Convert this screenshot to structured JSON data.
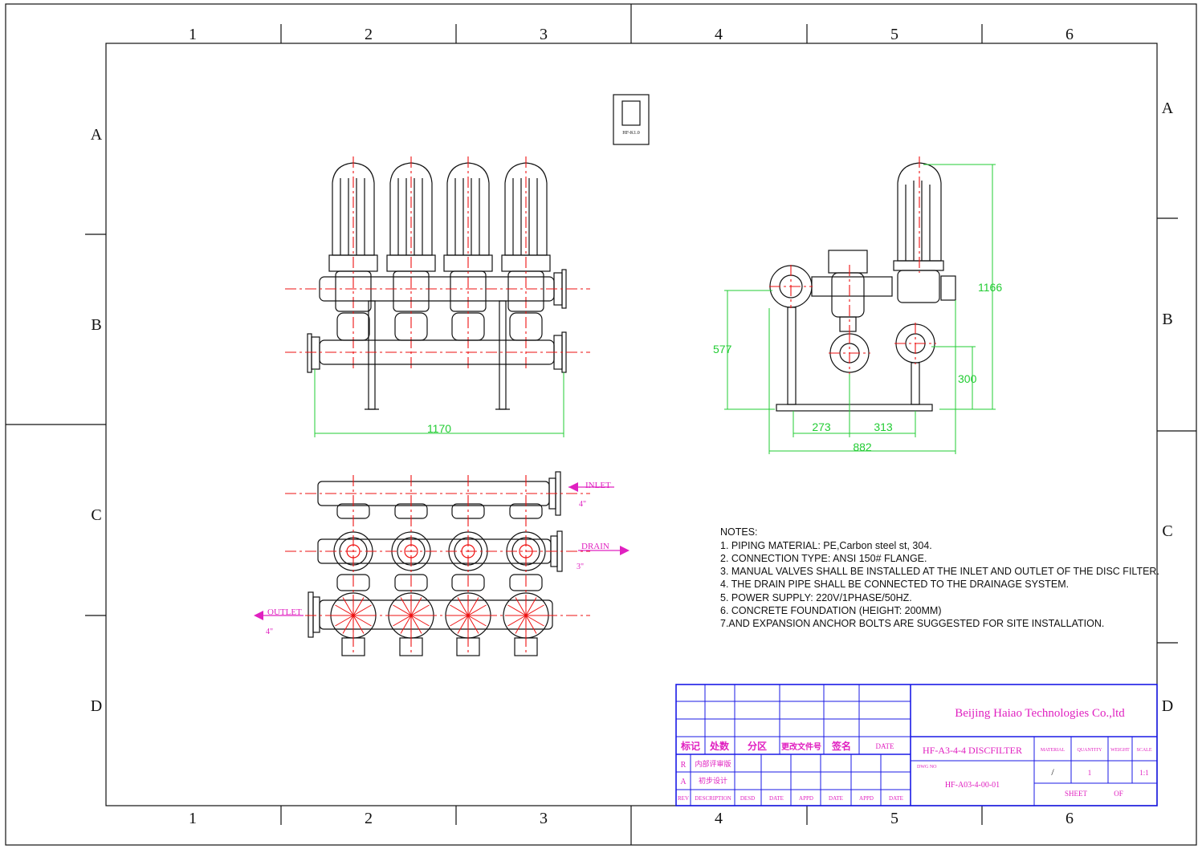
{
  "zones": {
    "top": [
      "1",
      "2",
      "3",
      "4",
      "5",
      "6"
    ],
    "bottom": [
      "1",
      "2",
      "3",
      "4",
      "5",
      "6"
    ],
    "left": [
      "A",
      "B",
      "C",
      "D"
    ],
    "right": [
      "A",
      "B",
      "C",
      "D"
    ]
  },
  "label_box": "HF-K1.0",
  "front_view": {
    "width_dim": "1170"
  },
  "side_view": {
    "height_total": "1166",
    "inlet_height": "577",
    "drain_height": "300",
    "spacing_1": "273",
    "spacing_2": "313",
    "width_total": "882"
  },
  "plan_view": {
    "inlet_label": "INLET",
    "inlet_size": "4\"",
    "drain_label": "DRAIN",
    "drain_size": "3\"",
    "outlet_label": "OUTLET",
    "outlet_size": "4\""
  },
  "notes": {
    "title": "NOTES:",
    "items": [
      "1. PIPING MATERIAL: PE,Carbon steel st, 304.",
      "2. CONNECTION TYPE: ANSI 150# FLANGE.",
      "3. MANUAL VALVES SHALL BE INSTALLED AT THE INLET AND OUTLET OF THE DISC FILTER.",
      "4. THE DRAIN PIPE SHALL BE CONNECTED TO THE DRAINAGE SYSTEM.",
      "5. POWER SUPPLY: 220V/1PHASE/50HZ.",
      "6. CONCRETE FOUNDATION (HEIGHT: 200MM)",
      "7.AND EXPANSION ANCHOR BOLTS ARE SUGGESTED FOR SITE   INSTALLATION."
    ]
  },
  "title_block": {
    "company": "Beijing Haiao Technologies Co.,ltd",
    "drawing_title": "HF-A3-4-4 DISCFILTER",
    "header_cn": [
      "标记",
      "处数",
      "分区",
      "更改文件号",
      "签名",
      "DATE"
    ],
    "rev_rows": [
      {
        "rev": "R",
        "desc": "内部评审版"
      },
      {
        "rev": "A",
        "desc": "初步设计"
      }
    ],
    "footer": [
      "REV",
      "DESCRIPTION",
      "DESD",
      "DATE",
      "APPD",
      "DATE",
      "APPD",
      "DATE"
    ],
    "col_headers": [
      "MATERIAL",
      "QUANTITY",
      "WEIGHT",
      "SCALE"
    ],
    "dwg_no_label": "DWG NO",
    "dwg_no": "HF-A03-4-00-01",
    "material": "/",
    "quantity": "1",
    "scale": "1:1",
    "sheet_label": "SHEET",
    "of_label": "OF"
  },
  "colors": {
    "outline": "#111111",
    "centerline": "#ee1111",
    "dimension": "#22cc33",
    "annotation": "#e020c0",
    "title_block": "#1a1ae6"
  }
}
